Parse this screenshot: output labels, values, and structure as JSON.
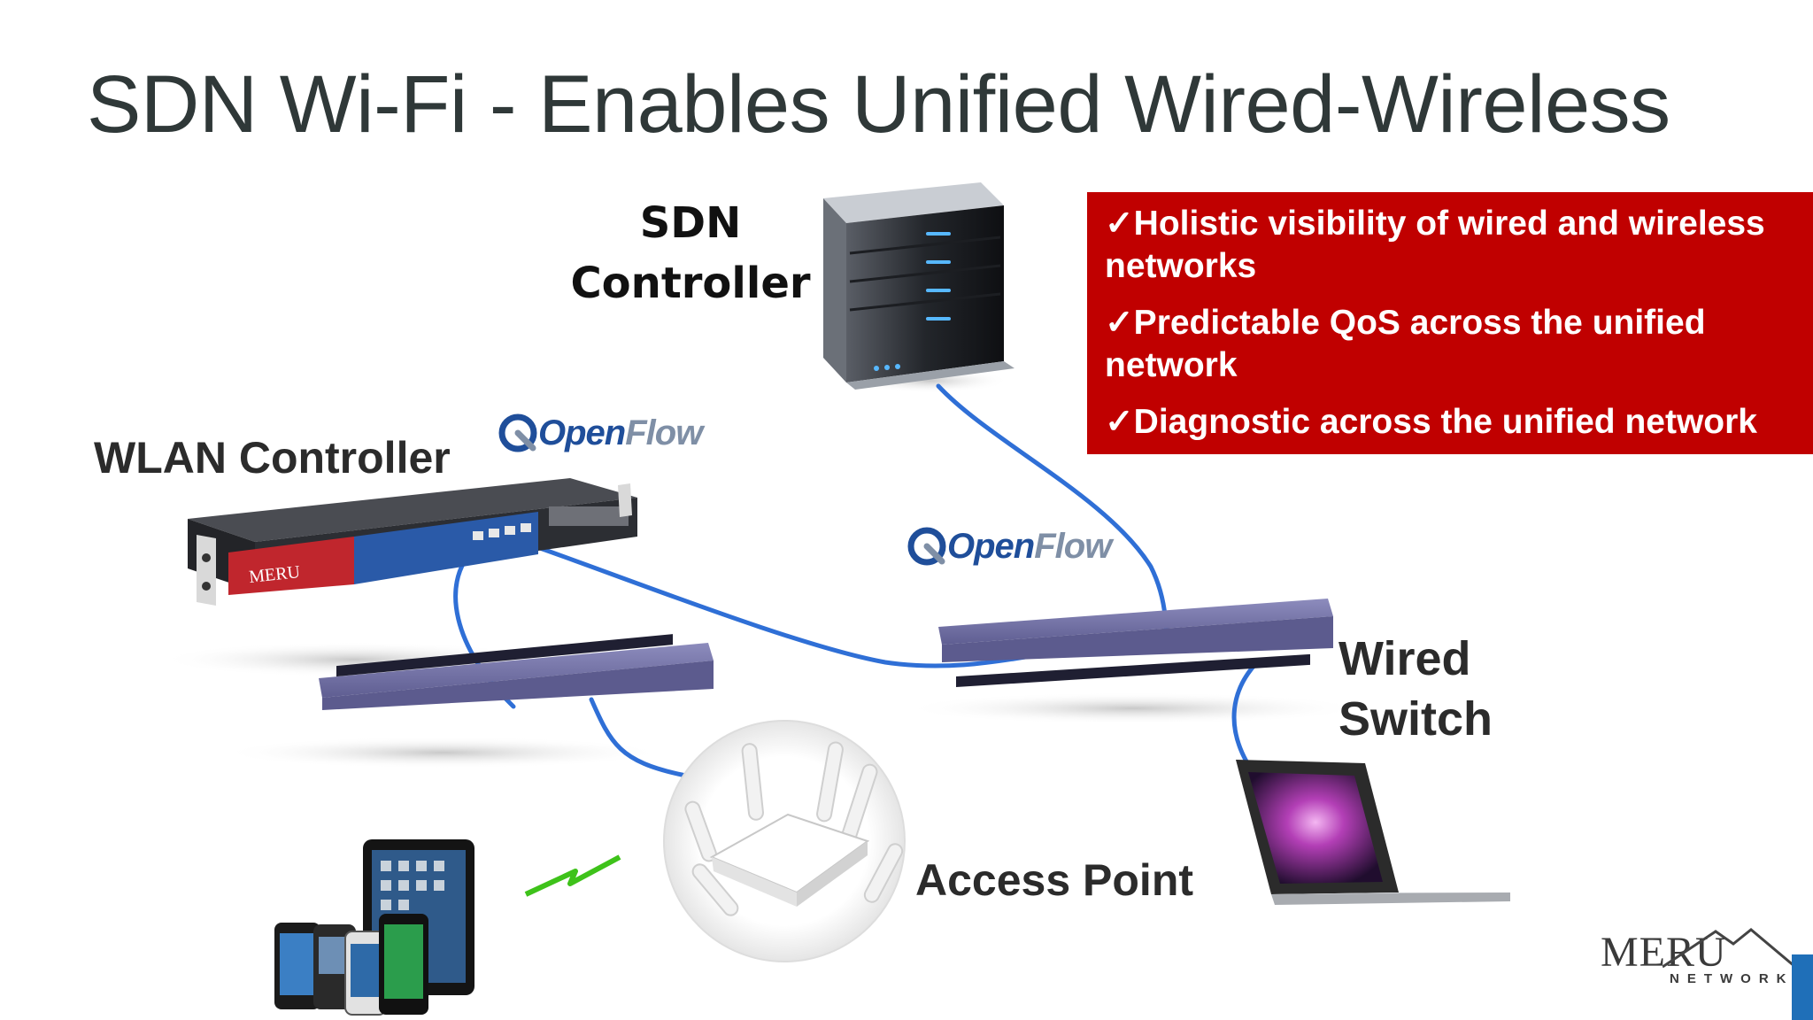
{
  "slide": {
    "title": "SDN Wi-Fi - Enables Unified Wired-Wireless"
  },
  "labels": {
    "sdn_controller_line1": "SDN",
    "sdn_controller_line2": "Controller",
    "wlan_controller": "WLAN Controller",
    "wired_switch_line1": "Wired",
    "wired_switch_line2": "Switch",
    "access_point": "Access Point"
  },
  "benefits": [
    "✓Holistic visibility of wired and wireless networks",
    "✓Predictable QoS across the unified network",
    "✓Diagnostic across the unified network"
  ],
  "openflow": {
    "text_open": "Open",
    "text_flow": "Flow"
  },
  "device_text": {
    "wlan_badge": "MERU"
  },
  "brand": {
    "name": "MERU",
    "subtitle": "NETWORKS"
  },
  "colors": {
    "benefits_bg": "#c00000",
    "cable": "#2f6fd6",
    "openflow_blue": "#1f4e9a",
    "switch_purple": "#6c6b9e",
    "wireless_bolt": "#3ec21a"
  },
  "icons": {
    "server": "server-tower-icon",
    "appliance": "rack-appliance-icon",
    "switch": "network-switch-icon",
    "access_point": "wifi-access-point-icon",
    "laptop": "laptop-icon",
    "tablet": "tablet-icon",
    "phones": "smartphone-icon",
    "wireless": "wireless-signal-icon"
  }
}
